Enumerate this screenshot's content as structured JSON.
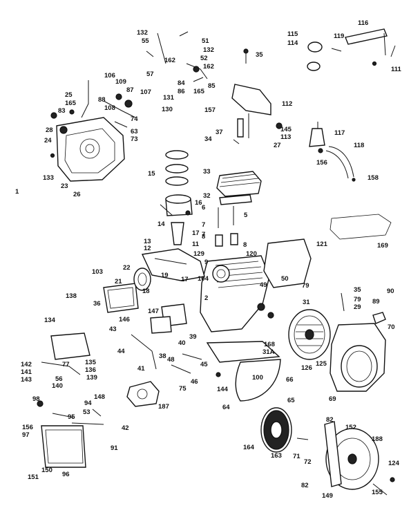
{
  "diagram": {
    "page_marker": "1",
    "callouts": [
      "132",
      "55",
      "51",
      "132",
      "52",
      "162",
      "57",
      "162",
      "84",
      "86",
      "165",
      "85",
      "35",
      "115",
      "114",
      "119",
      "116",
      "111",
      "106",
      "109",
      "25",
      "165",
      "83",
      "88",
      "87",
      "107",
      "131",
      "108",
      "130",
      "74",
      "63",
      "73",
      "28",
      "24",
      "133",
      "23",
      "26",
      "157",
      "112",
      "37",
      "145",
      "113",
      "27",
      "117",
      "34",
      "156",
      "118",
      "158",
      "15",
      "33",
      "32",
      "16",
      "14",
      "6",
      "5",
      "7",
      "7",
      "8",
      "8",
      "17",
      "169",
      "13",
      "12",
      "11",
      "129",
      "9",
      "120",
      "121",
      "22",
      "103",
      "21",
      "19",
      "18",
      "17",
      "104",
      "49",
      "50",
      "79",
      "35",
      "79",
      "29",
      "90",
      "89",
      "138",
      "36",
      "146",
      "147",
      "2",
      "31",
      "70",
      "134",
      "43",
      "40",
      "39",
      "38",
      "44",
      "48",
      "41",
      "45",
      "46",
      "168",
      "31A",
      "142",
      "141",
      "143",
      "77",
      "135",
      "136",
      "56",
      "139",
      "140",
      "100",
      "126",
      "125",
      "69",
      "98",
      "94",
      "53",
      "148",
      "75",
      "187",
      "144",
      "66",
      "64",
      "65",
      "156",
      "97",
      "95",
      "42",
      "164",
      "163",
      "71",
      "72",
      "82",
      "152",
      "188",
      "91",
      "151",
      "150",
      "96",
      "82",
      "149",
      "124",
      "155"
    ]
  }
}
